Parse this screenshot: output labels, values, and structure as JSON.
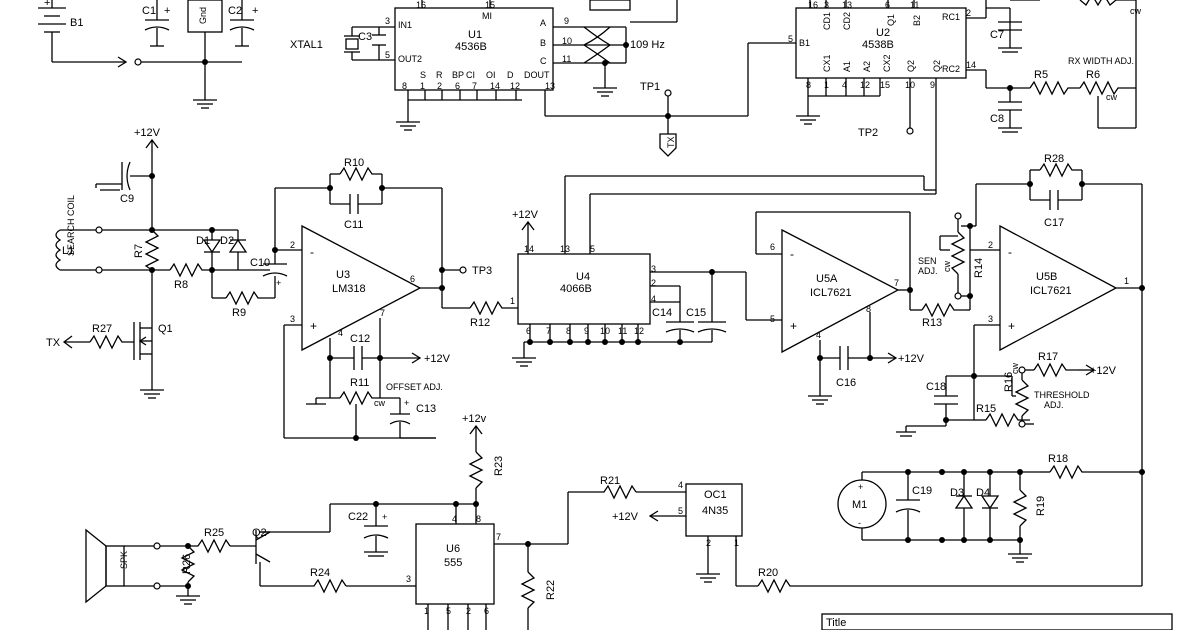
{
  "components": {
    "B1": "B1",
    "C1": "C1",
    "C2": "C2",
    "gnd_label": "Gnd",
    "plus": "+",
    "minus": "-",
    "U1": "U1",
    "U1_type": "4536B",
    "XTAL1": "XTAL1",
    "C3": "C3",
    "freq": "109 Hz",
    "U1_pins": {
      "p16": "16",
      "p15": "15",
      "MI": "MI",
      "p3": "3",
      "IN1": "IN1",
      "p5": "5",
      "OUT2": "OUT2",
      "A": "A",
      "B": "B",
      "C": "C",
      "p9": "9",
      "p10": "10",
      "p11": "11",
      "S": "S",
      "R": "R",
      "BP": "BP",
      "CI": "CI",
      "OI": "OI",
      "D": "D",
      "DOUT": "DOUT",
      "p8": "8",
      "p1": "1",
      "p2": "2",
      "p6": "6",
      "p7": "7",
      "p14": "14",
      "p12": "12",
      "p13": "13"
    },
    "TP1": "TP1",
    "TX_arrow": "TX",
    "U2": "U2",
    "U2_type": "4538B",
    "U2_pins": {
      "p16": "16",
      "p3": "3",
      "p13": "13",
      "p6": "6",
      "p11": "11",
      "CD1": "CD1",
      "CD2": "CD2",
      "Q1": "Q1",
      "B2": "B2",
      "RC1": "RC1",
      "RC2": "RC2",
      "B1": "B1",
      "p5": "5",
      "CX1": "CX1",
      "A1": "A1",
      "A2": "A2",
      "CX2": "CX2",
      "Q2": "Q2",
      "Q2b": "Q2",
      "p8": "8",
      "p1": "1",
      "p4": "4",
      "p12": "12",
      "p15": "15",
      "p10": "10",
      "p9": "9",
      "p2": "2",
      "p14": "14"
    },
    "C7": "C7",
    "C8": "C8",
    "R5": "R5",
    "R6": "R6",
    "cw": "cw",
    "rx_width": "RX WIDTH ADJ.",
    "TP2": "TP2",
    "plus12v": "+12V",
    "C9": "C9",
    "search_coil": "SEARCH COIL",
    "L1": "L1",
    "R7": "R7",
    "D1": "D1",
    "D2": "D2",
    "R8": "R8",
    "C10": "C10",
    "R9": "R9",
    "R10": "R10",
    "C11": "C11",
    "U3": "U3",
    "U3_type": "LM318",
    "TP3": "TP3",
    "R12": "R12",
    "C12": "C12",
    "R11": "R11",
    "offset_adj": "OFFSET ADJ.",
    "C13": "C13",
    "R27": "R27",
    "Q1": "Q1",
    "TX": "TX",
    "U4": "U4",
    "U4_type": "4066B",
    "U4_pins": {
      "p14": "14",
      "p13": "13",
      "p5": "5",
      "p3": "3",
      "p2": "2",
      "p4": "4",
      "p1": "1",
      "p6": "6",
      "p7": "7",
      "p8": "8",
      "p9": "9",
      "p10": "10",
      "p11": "11",
      "p12": "12"
    },
    "C14": "C14",
    "C15": "C15",
    "U5A": "U5A",
    "U5A_type": "ICL7621",
    "C16": "C16",
    "R13": "R13",
    "R14": "R14",
    "sen_adj1": "SEN",
    "sen_adj2": "ADJ.",
    "R28": "R28",
    "C17": "C17",
    "U5B": "U5B",
    "U5B_type": "ICL7621",
    "C18": "C18",
    "R15": "R15",
    "R16": "R16",
    "R17": "R17",
    "threshold1": "THRESHOLD",
    "threshold2": "ADJ.",
    "M1": "M1",
    "C19": "C19",
    "D3": "D3",
    "D4": "D4",
    "R19": "R19",
    "R18": "R18",
    "R20": "R20",
    "OC1": "OC1",
    "OC1_type": "4N35",
    "R21": "R21",
    "U6": "U6",
    "U6_type": "555",
    "R23": "R23",
    "plus12v_lower": "+12v",
    "C22": "C22",
    "R22": "R22",
    "R24": "R24",
    "R25": "R25",
    "Q2": "Q2",
    "R26": "R26",
    "SPK": "SPK",
    "pin_labels": {
      "u3p2": "2",
      "u3p3": "3",
      "u3p4": "4",
      "u3p6": "6",
      "u3p7": "7",
      "u5ap6": "6",
      "u5ap5": "5",
      "u5ap4": "4",
      "u5ap7": "7",
      "u5ap8": "8",
      "u5bp2": "2",
      "u5bp3": "3",
      "u5bp1": "1",
      "oc4": "4",
      "oc5": "5",
      "oc2": "2",
      "oc1": "1",
      "u6p4": "4",
      "u6p8": "8",
      "u6p7": "7",
      "u6p3": "3",
      "u6p1": "1",
      "u6p5": "5",
      "u6p2": "2",
      "u6p6": "6"
    }
  },
  "title_block": {
    "label": "Title"
  }
}
